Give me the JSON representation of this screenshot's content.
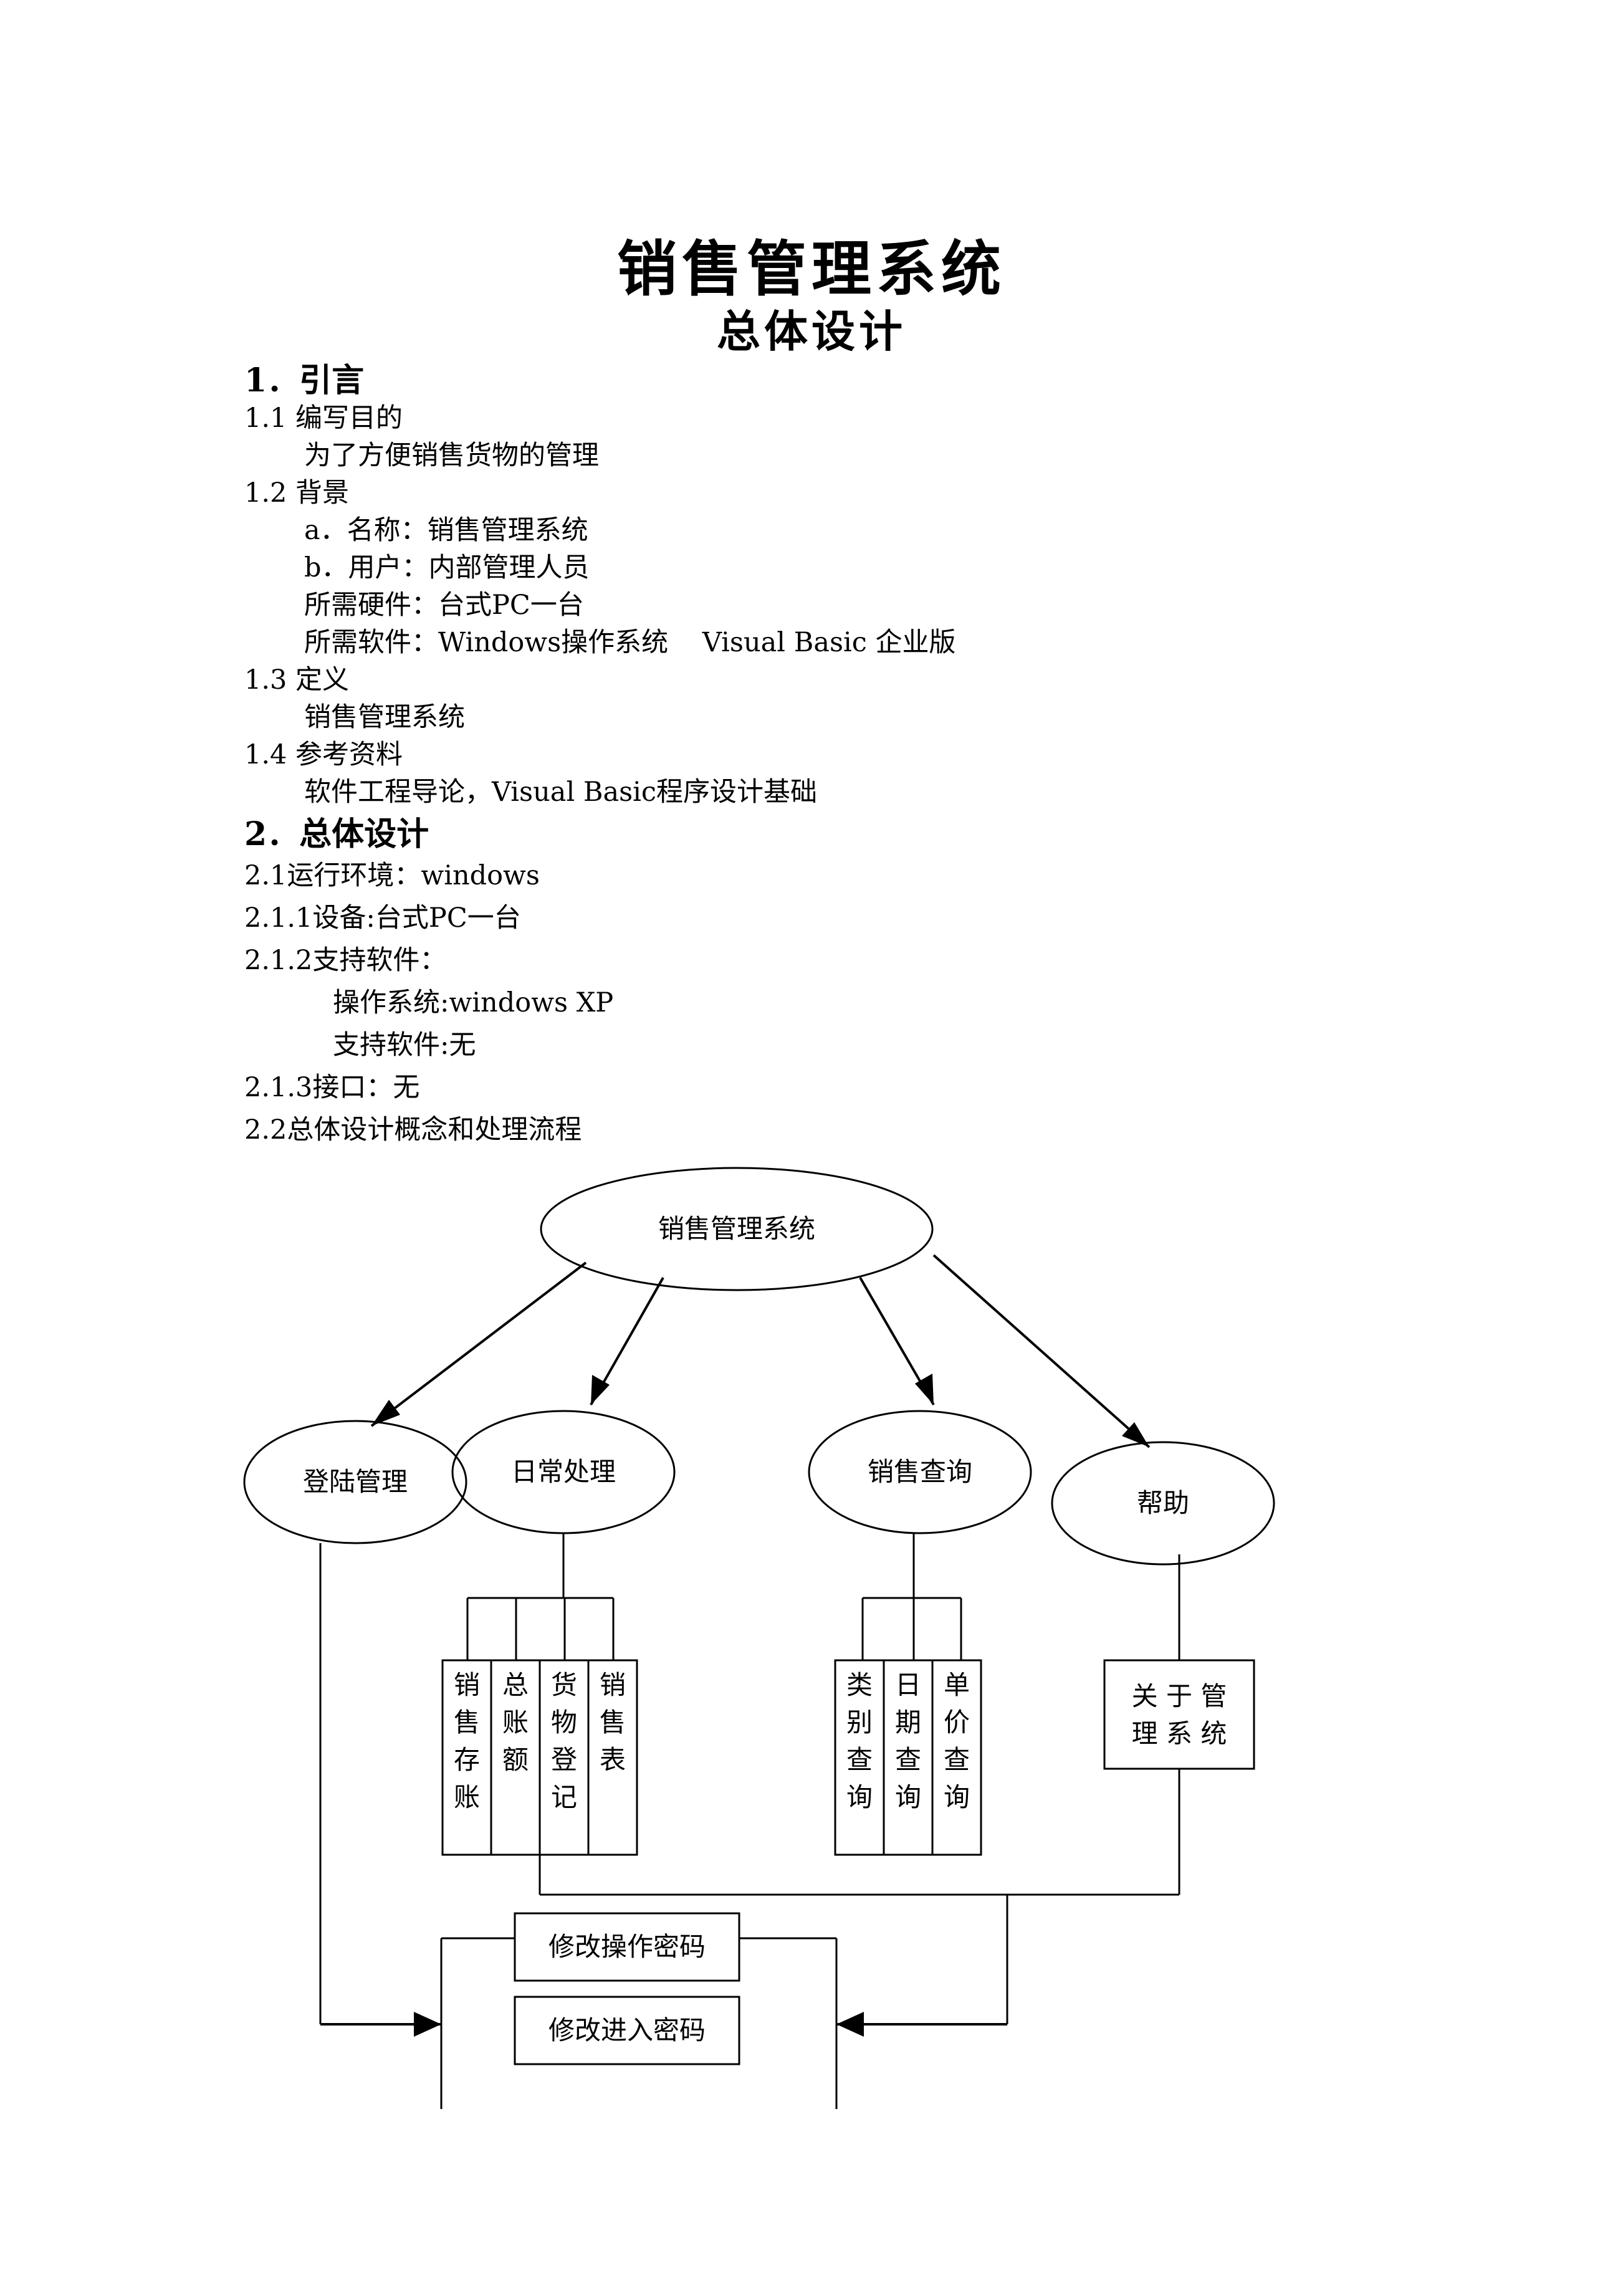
{
  "doc": {
    "title": "销售管理系统",
    "subtitle": "总体设计"
  },
  "sections": {
    "s1": {
      "heading": "1．引言",
      "s1_1": {
        "heading": "1.1 编写目的",
        "text": "为了方便销售货物的管理"
      },
      "s1_2": {
        "heading": "1.2 背景",
        "items": [
          "a．名称：销售管理系统",
          "b．用户：内部管理人员",
          "所需硬件：台式PC一台",
          "所需软件：Windows操作系统    Visual Basic 企业版"
        ]
      },
      "s1_3": {
        "heading": "1.3 定义",
        "text": "销售管理系统"
      },
      "s1_4": {
        "heading": "1.4 参考资料",
        "text": "软件工程导论，Visual Basic程序设计基础"
      }
    },
    "s2": {
      "heading": "2．总体设计",
      "s2_1": "2.1运行环境：windows",
      "s2_1_1": "2.1.1设备:台式PC一台",
      "s2_1_2": "2.1.2支持软件：",
      "os": "操作系统:windows XP",
      "support": "支持软件:无",
      "s2_1_3": "2.1.3接口：无",
      "s2_2": "2.2总体设计概念和处理流程"
    }
  },
  "diagram": {
    "root": "销售管理系统",
    "modules": [
      "登陆管理",
      "日常处理",
      "销售查询",
      "帮助"
    ],
    "daily": [
      [
        "销",
        "售",
        "存",
        "账"
      ],
      [
        "总",
        "账",
        "额"
      ],
      [
        "货",
        "物",
        "登",
        "记"
      ],
      [
        "销",
        "售",
        "表"
      ]
    ],
    "query": [
      [
        "类",
        "别",
        "查",
        "询"
      ],
      [
        "日",
        "期",
        "查",
        "询"
      ],
      [
        "单",
        "价",
        "查",
        "询"
      ]
    ],
    "help_box": [
      "关 于 管",
      "理 系 统"
    ],
    "pwd_boxes": [
      "修改操作密码",
      "修改进入密码"
    ]
  }
}
